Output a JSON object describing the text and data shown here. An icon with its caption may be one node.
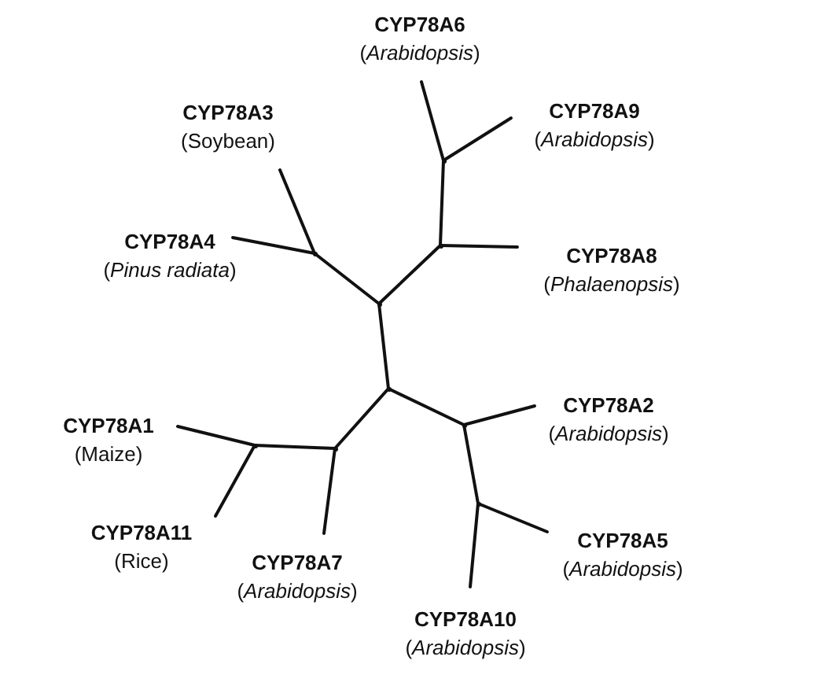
{
  "diagram": {
    "nodes": [
      {
        "text": [
          "CYP78A6",
          "(*Arabidopsis*)"
        ]
      },
      {
        "text": [
          "CYP78A3",
          "(Soybean)"
        ]
      },
      {
        "text": [
          "CYP78A9",
          "(*Arabidopsis*)"
        ]
      },
      {
        "text": [
          "CYP78A4",
          "(*Pinus radiata*)"
        ]
      },
      {
        "text": [
          "CYP78A8",
          "(*Phalaenopsis*)"
        ]
      },
      {
        "text": [
          "CYP78A1",
          "(Maize)"
        ]
      },
      {
        "text": [
          "CYP78A2",
          "(*Arabidopsis*)"
        ]
      },
      {
        "text": [
          "CYP78A11",
          "(Rice)"
        ]
      },
      {
        "text": [
          "CYP78A5",
          "(*Arabidopsis*)"
        ]
      },
      {
        "text": [
          "CYP78A7",
          "(*Arabidopsis*)"
        ]
      },
      {
        "text": [
          "CYP78A10",
          "(*Arabidopsis*)"
        ]
      },
      {
        "text": [],
        "shape": "point"
      },
      {
        "text": [],
        "shape": "point"
      },
      {
        "text": [],
        "shape": "point"
      },
      {
        "text": [],
        "shape": "point"
      },
      {
        "text": [],
        "shape": "point"
      },
      {
        "text": [],
        "shape": "point"
      },
      {
        "text": [],
        "shape": "point"
      },
      {
        "text": [],
        "shape": "point"
      },
      {
        "text": [],
        "shape": "point"
      }
    ],
    "edges": [
      {
        "from": 11,
        "to": 0,
        "arrow": "none"
      },
      {
        "from": 11,
        "to": 2,
        "arrow": "none"
      },
      {
        "from": 12,
        "to": 11,
        "arrow": "none"
      },
      {
        "from": 12,
        "to": 4,
        "arrow": "none"
      },
      {
        "from": 14,
        "to": 12,
        "arrow": "none"
      },
      {
        "from": 14,
        "to": 13,
        "arrow": "none"
      },
      {
        "from": 13,
        "to": 1,
        "arrow": "none"
      },
      {
        "from": 13,
        "to": 3,
        "arrow": "none"
      },
      {
        "from": 14,
        "to": 15,
        "arrow": "none"
      },
      {
        "from": 15,
        "to": 18,
        "arrow": "none"
      },
      {
        "from": 18,
        "to": 17,
        "arrow": "none"
      },
      {
        "from": 17,
        "to": 5,
        "arrow": "none"
      },
      {
        "from": 17,
        "to": 7,
        "arrow": "none"
      },
      {
        "from": 18,
        "to": 9,
        "arrow": "none"
      },
      {
        "from": 15,
        "to": 16,
        "arrow": "none"
      },
      {
        "from": 16,
        "to": 6,
        "arrow": "none"
      },
      {
        "from": 16,
        "to": 19,
        "arrow": "none"
      },
      {
        "from": 19,
        "to": 8,
        "arrow": "none"
      },
      {
        "from": 19,
        "to": 10,
        "arrow": "none"
      }
    ]
  }
}
